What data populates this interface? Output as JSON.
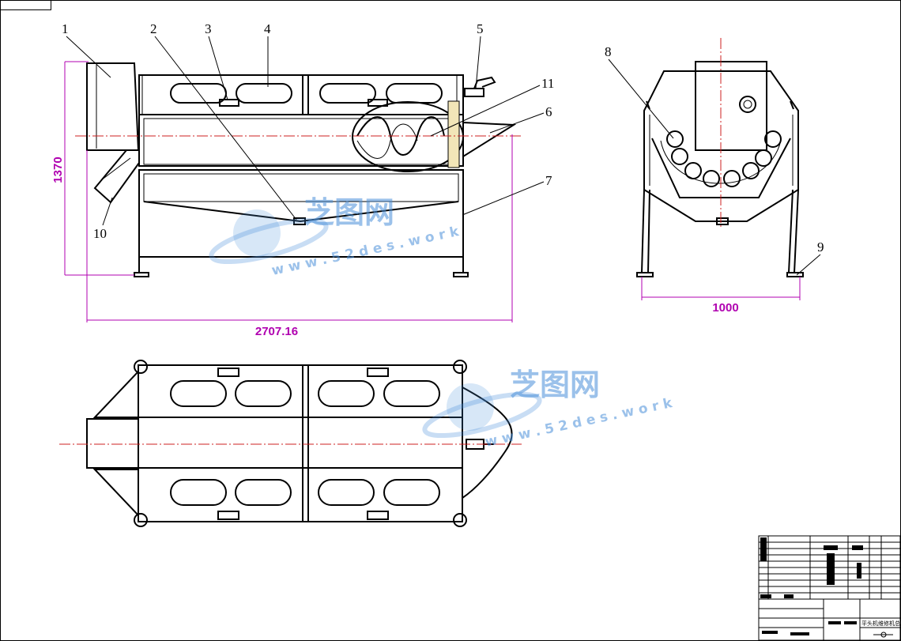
{
  "labels": [
    "1",
    "2",
    "3",
    "4",
    "5",
    "6",
    "7",
    "8",
    "9",
    "10",
    "11"
  ],
  "dimensions": {
    "height_front": "1370",
    "length_front": "2707.16",
    "width_side": "1000"
  },
  "watermark": {
    "brand": "芝图网",
    "url": "w w w . 5 2 d e s . w o r k"
  },
  "title_block": {
    "title": "平头机维修机总装图"
  },
  "colors": {
    "outline": "#000000",
    "centerline": "#cc2020",
    "dimension": "#b000b0",
    "watermark": "#4a90d9"
  }
}
